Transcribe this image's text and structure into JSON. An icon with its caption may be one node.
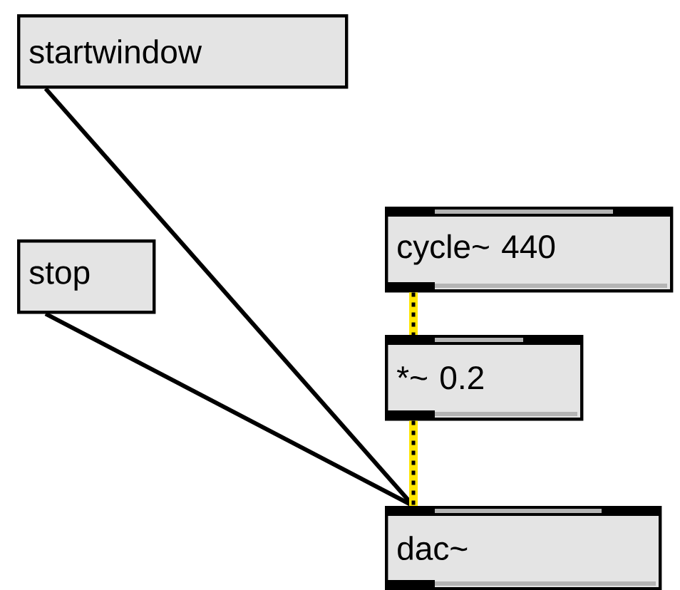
{
  "diagram": {
    "nodes": [
      {
        "text": [
          "startwindow"
        ]
      },
      {
        "text": [
          "stop"
        ]
      },
      {
        "text": [
          "cycle~ 440"
        ]
      },
      {
        "text": [
          "*~ 0.2"
        ]
      },
      {
        "text": [
          "dac~"
        ]
      }
    ],
    "edges": [
      {
        "from": 0,
        "to": 4,
        "arrow": "none"
      },
      {
        "from": 1,
        "to": 4,
        "arrow": "none"
      },
      {
        "from": 2,
        "to": 3,
        "arrow": "none",
        "style": "thick",
        "color": "#ffe600"
      },
      {
        "from": 3,
        "to": 4,
        "arrow": "none",
        "style": "thick",
        "color": "#ffe600"
      }
    ]
  }
}
